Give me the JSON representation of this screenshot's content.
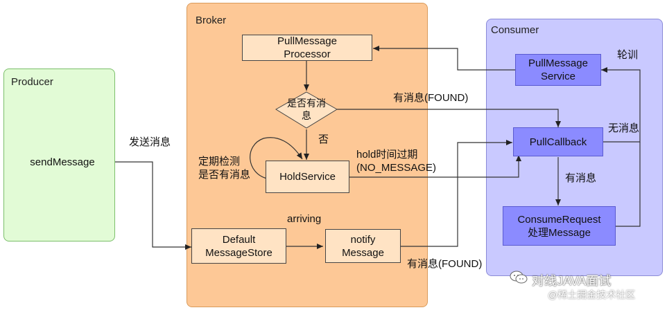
{
  "panels": {
    "producer": "Producer",
    "broker": "Broker",
    "consumer": "Consumer"
  },
  "nodes": {
    "send_message": "sendMessage",
    "pull_message_processor": "PullMessage\nProcessor",
    "has_message_decision": "是否有消\n息",
    "hold_service": "HoldService",
    "default_message_store": "Default\nMessageStore",
    "notify_message": "notify\nMessage",
    "pull_message_service": "PullMessage\nService",
    "pull_callback": "PullCallback",
    "consume_request": "ConsumeRequest\n处理Message"
  },
  "edge_labels": {
    "send": "发送消息",
    "found_top": "有消息(FOUND)",
    "no": "否",
    "periodic_check": "定期检测\n是否有消息",
    "hold_expired": "hold时间过期\n(NO_MESSAGE)",
    "arriving": "arriving",
    "found_bottom": "有消息(FOUND)",
    "polling": "轮训",
    "no_message": "无消息",
    "has_message": "有消息"
  },
  "watermark": {
    "line1": "对线JAVA面试",
    "line2": "@稀土掘金技术社区"
  }
}
